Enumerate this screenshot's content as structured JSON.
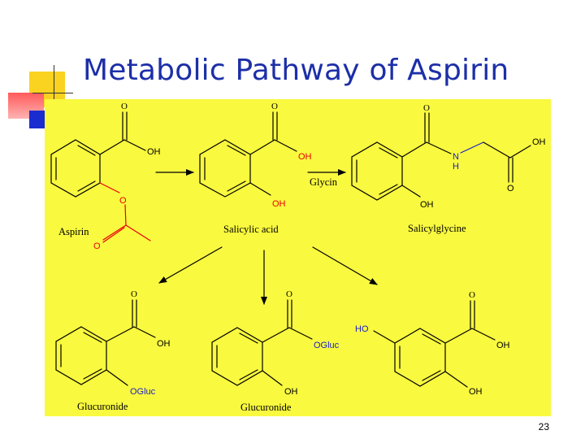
{
  "slide": {
    "title": "Metabolic Pathway of Aspirin",
    "number": "23"
  },
  "colors": {
    "title": "#1c2fa8",
    "panel": "#f9f93f",
    "accent_orange": "#f9d320",
    "accent_red": "#ff5a5a",
    "accent_blue": "#1a2cd0",
    "atom_red": "#e8000a",
    "atom_blue": "#1a20c8"
  },
  "molecules": {
    "aspirin": {
      "name": "Aspirin",
      "atoms": {
        "o_carbonyl": "O",
        "oh": "OH",
        "o_ester": "O",
        "o_acetyl": "O"
      }
    },
    "salicylic_acid": {
      "name": "Salicylic acid",
      "atoms": {
        "o_carbonyl": "O",
        "oh_acid": "OH",
        "oh_phenol": "OH"
      }
    },
    "salicylglycine": {
      "name": "Salicylglycine",
      "atoms": {
        "o_carbonyl": "O",
        "n": "N",
        "h": "H",
        "oh_acid": "OH",
        "o_acid": "O",
        "oh_phenol": "OH"
      }
    },
    "glucuronide_1": {
      "name": "Glucuronide",
      "atoms": {
        "o_carbonyl": "O",
        "oh": "OH",
        "ogluc": "OGluc"
      }
    },
    "glucuronide_2": {
      "name": "Glucuronide",
      "atoms": {
        "o_carbonyl": "O",
        "ogluc": "OGluc",
        "oh": "OH"
      }
    },
    "gentisic_acid": {
      "atoms": {
        "ho": "HO",
        "o_carbonyl": "O",
        "oh_acid": "OH",
        "oh_phenol": "OH"
      }
    }
  },
  "reagents": {
    "glycin": "Glycin"
  }
}
